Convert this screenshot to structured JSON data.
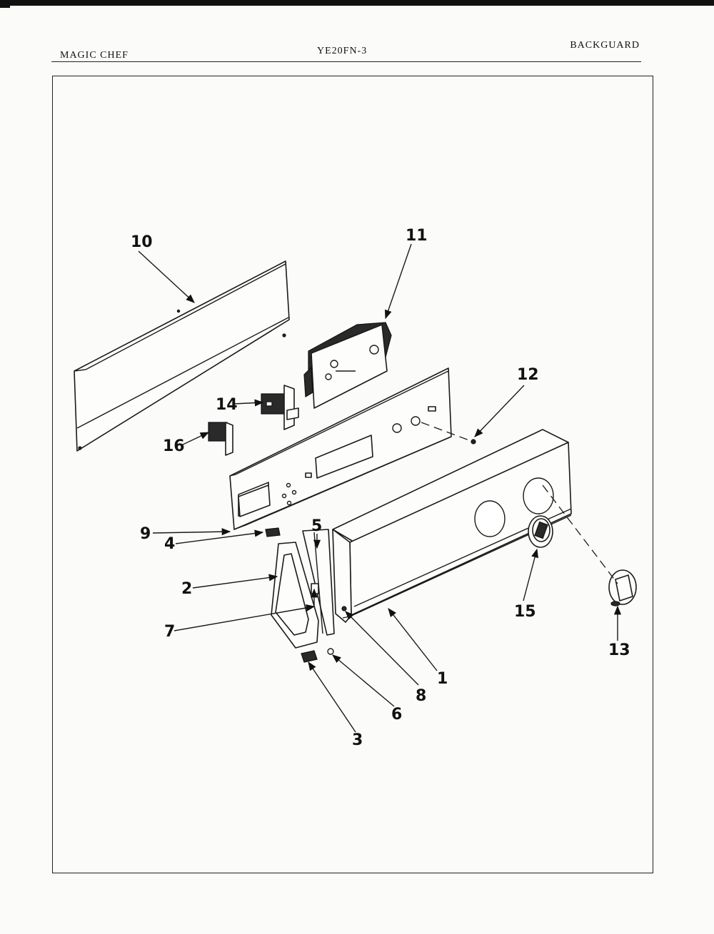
{
  "header": {
    "brand": "MAGIC CHEF",
    "model": "YE20FN-3",
    "section": "BACKGUARD"
  },
  "callouts": [
    "1",
    "2",
    "3",
    "4",
    "5",
    "6",
    "7",
    "8",
    "9",
    "10",
    "11",
    "12",
    "13",
    "14",
    "15",
    "16"
  ]
}
